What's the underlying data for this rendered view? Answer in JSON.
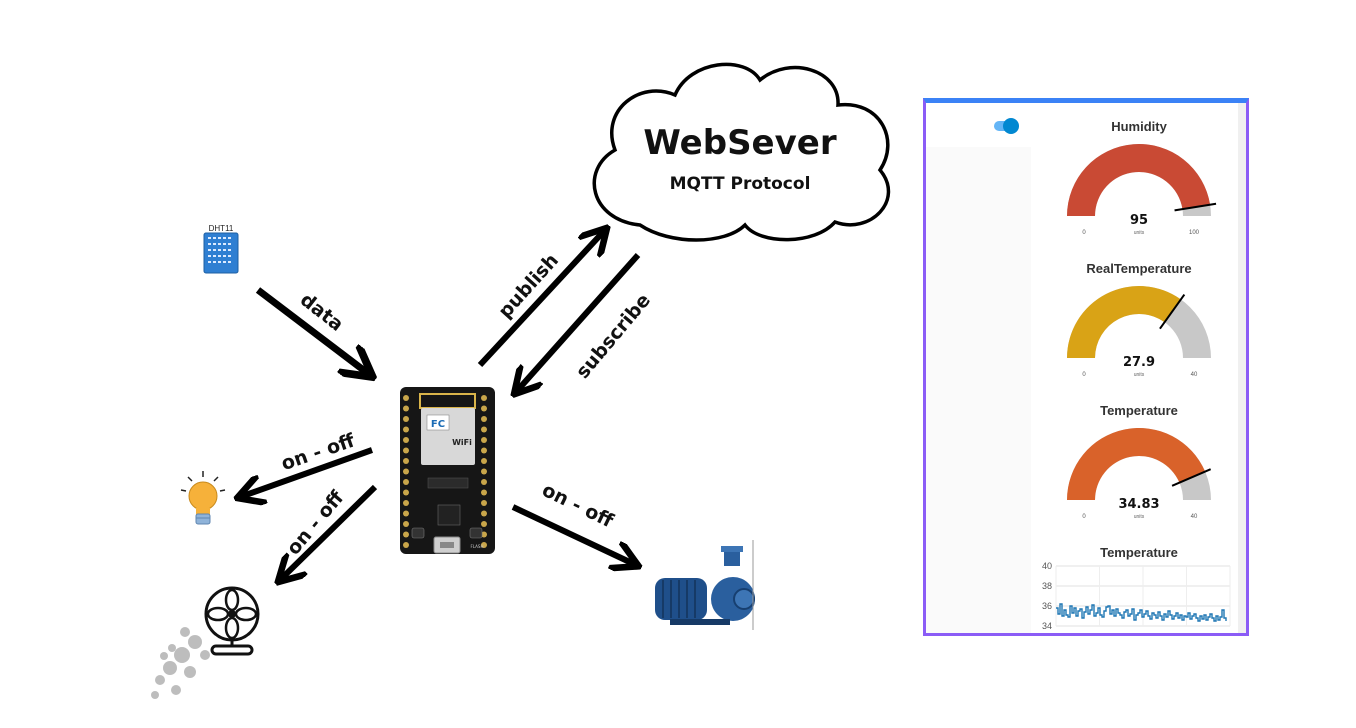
{
  "cloud": {
    "title": "WebSever",
    "subtitle": "MQTT Protocol"
  },
  "sensor": {
    "label": "DHT11"
  },
  "arrows": {
    "data": "data",
    "publish": "publish",
    "subscribe": "subscribe",
    "bulb": "on - off",
    "fan": "on - off",
    "pump": "on - off"
  },
  "board": {
    "wifi_label": "WiFi",
    "flash_label": "FLASH"
  },
  "dashboard": {
    "toggle_on": true,
    "accent_color": "#3b82f6",
    "border_color": "#8b5cf6",
    "gauges": [
      {
        "title": "Humidity",
        "value": "95",
        "units": "units",
        "min": "0",
        "max": "100",
        "fraction": 0.95,
        "color": "#c94a34"
      },
      {
        "title": "RealTemperature",
        "value": "27.9",
        "units": "units",
        "min": "0",
        "max": "40",
        "fraction": 0.6975,
        "color": "#d9a316"
      },
      {
        "title": "Temperature",
        "value": "34.83",
        "units": "units",
        "min": "0",
        "max": "40",
        "fraction": 0.87075,
        "color": "#d9622a"
      }
    ]
  },
  "chart_data": {
    "type": "line",
    "title": "Temperature",
    "ylim": [
      34,
      40
    ],
    "yticks": [
      "40",
      "38",
      "36",
      "34"
    ],
    "grid": true,
    "color": "#1f77b4",
    "series": [
      {
        "values": [
          35.8,
          35.2,
          36.2,
          35.0,
          35.6,
          35.1,
          34.9,
          36.0,
          35.3,
          35.8,
          35.0,
          35.5,
          35.7,
          34.8,
          35.4,
          35.9,
          35.2,
          35.6,
          36.1,
          35.0,
          35.3,
          35.8,
          35.1,
          34.9,
          35.5,
          35.9,
          36.0,
          35.2,
          35.6,
          35.0,
          35.7,
          35.3,
          35.1,
          34.8,
          35.4,
          35.6,
          35.0,
          35.2,
          35.7,
          34.6,
          35.1,
          35.3,
          35.6,
          34.9,
          35.2,
          35.5,
          35.0,
          34.7,
          35.3,
          35.1,
          34.8,
          35.4,
          35.0,
          34.6,
          35.2,
          34.9,
          35.5,
          35.1,
          34.7,
          35.0,
          35.3,
          34.8,
          35.1,
          34.6,
          35.0,
          34.9,
          35.3,
          34.7,
          35.0,
          35.2,
          34.8,
          34.5,
          35.0,
          34.7,
          35.1,
          34.6,
          34.9,
          35.2,
          34.8,
          34.5,
          35.0,
          34.6,
          34.9,
          35.6,
          34.8,
          34.5
        ]
      }
    ]
  }
}
